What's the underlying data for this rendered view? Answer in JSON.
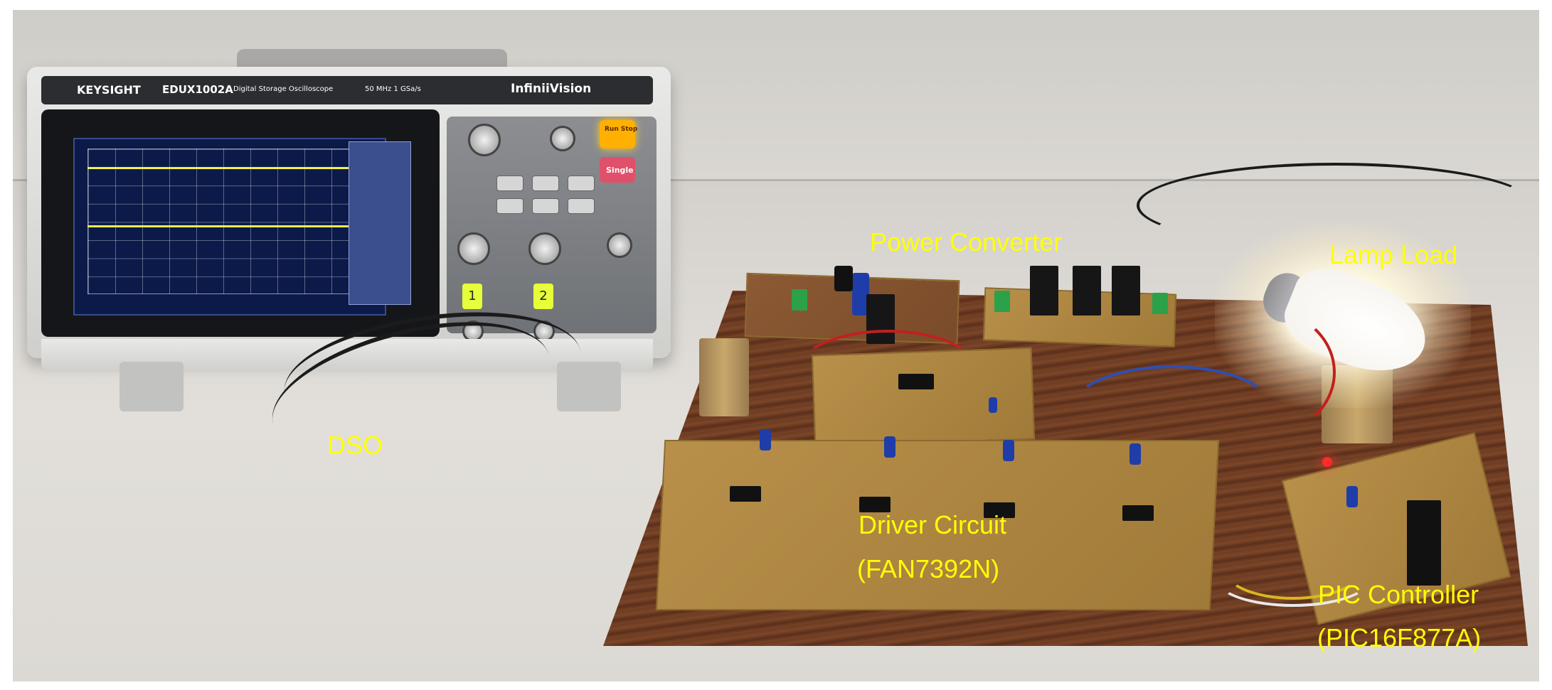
{
  "labels": {
    "power_converter": "Power Converter",
    "lamp_load": "Lamp Load",
    "dso": "DSO",
    "driver_circuit_line1": "Driver Circuit",
    "driver_circuit_line2": "(FAN7392N)",
    "pic_controller_line1": "PIC Controller",
    "pic_controller_line2": "(PIC16F877A)"
  },
  "oscilloscope": {
    "brand": "KEYSIGHT",
    "model": "EDUX1002A",
    "model_desc": "Digital Storage Oscilloscope",
    "bandwidth": "50 MHz 1 GSa/s",
    "series": "InfiniiVision",
    "run_stop_label": "Run Stop",
    "single_label": "Single",
    "channel_1": "1",
    "channel_2": "2"
  },
  "colors": {
    "label_text": "#ffff00",
    "scope_trace": "#f0f04a",
    "scope_screen": "#0c1a4a",
    "run_button": "#ffb000",
    "indicator_led": "#ff2a2a"
  }
}
